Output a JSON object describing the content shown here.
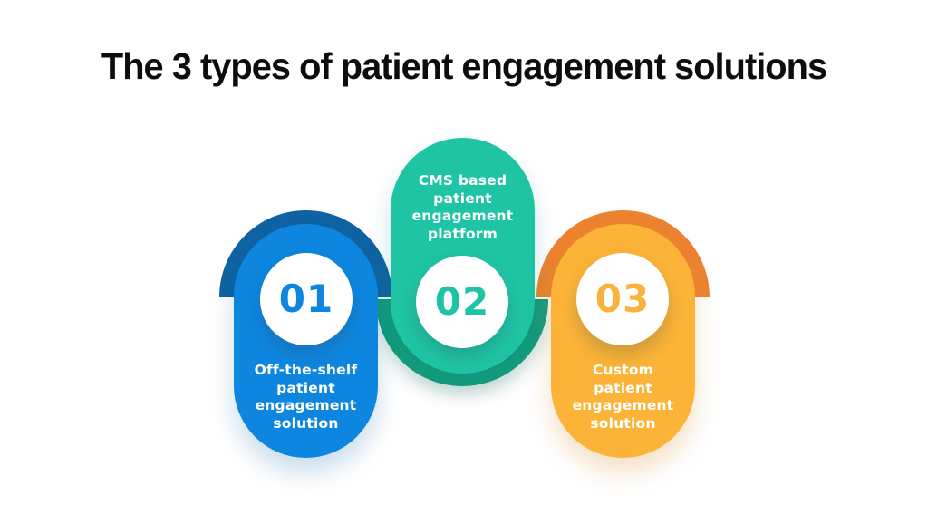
{
  "title": "The 3 types of patient engagement solutions",
  "title_color": "#0d0d0d",
  "background_color": "#ffffff",
  "cards": [
    {
      "id": "off-the-shelf",
      "number": "01",
      "number_position": "top",
      "label": "Off-the-shelf patient engagement solution",
      "label_lines": [
        "Off-the-shelf",
        "patient",
        "engagement",
        "solution"
      ],
      "colors": {
        "pill": "#0E86DF",
        "arch": "#0F63A2",
        "number": "#0E86DF",
        "badge_bg": "#FFFFFF",
        "label_text": "#FFFFFF"
      }
    },
    {
      "id": "cms-based",
      "number": "02",
      "number_position": "bottom",
      "label": "CMS based patient engagement platform",
      "label_lines": [
        "CMS based",
        "patient",
        "engagement",
        "platform"
      ],
      "colors": {
        "pill": "#1FC4A5",
        "arch": "#129C7D",
        "number": "#1FC4A5",
        "badge_bg": "#FFFFFF",
        "label_text": "#FFFFFF"
      }
    },
    {
      "id": "custom",
      "number": "03",
      "number_position": "top",
      "label": "Custom patient engagement solution",
      "label_lines": [
        "Custom",
        "patient",
        "engagement",
        "solution"
      ],
      "colors": {
        "pill": "#FBB437",
        "arch": "#EC8330",
        "number": "#F9B23C",
        "badge_bg": "#FFFFFF",
        "label_text": "#FFFFFF"
      }
    }
  ]
}
